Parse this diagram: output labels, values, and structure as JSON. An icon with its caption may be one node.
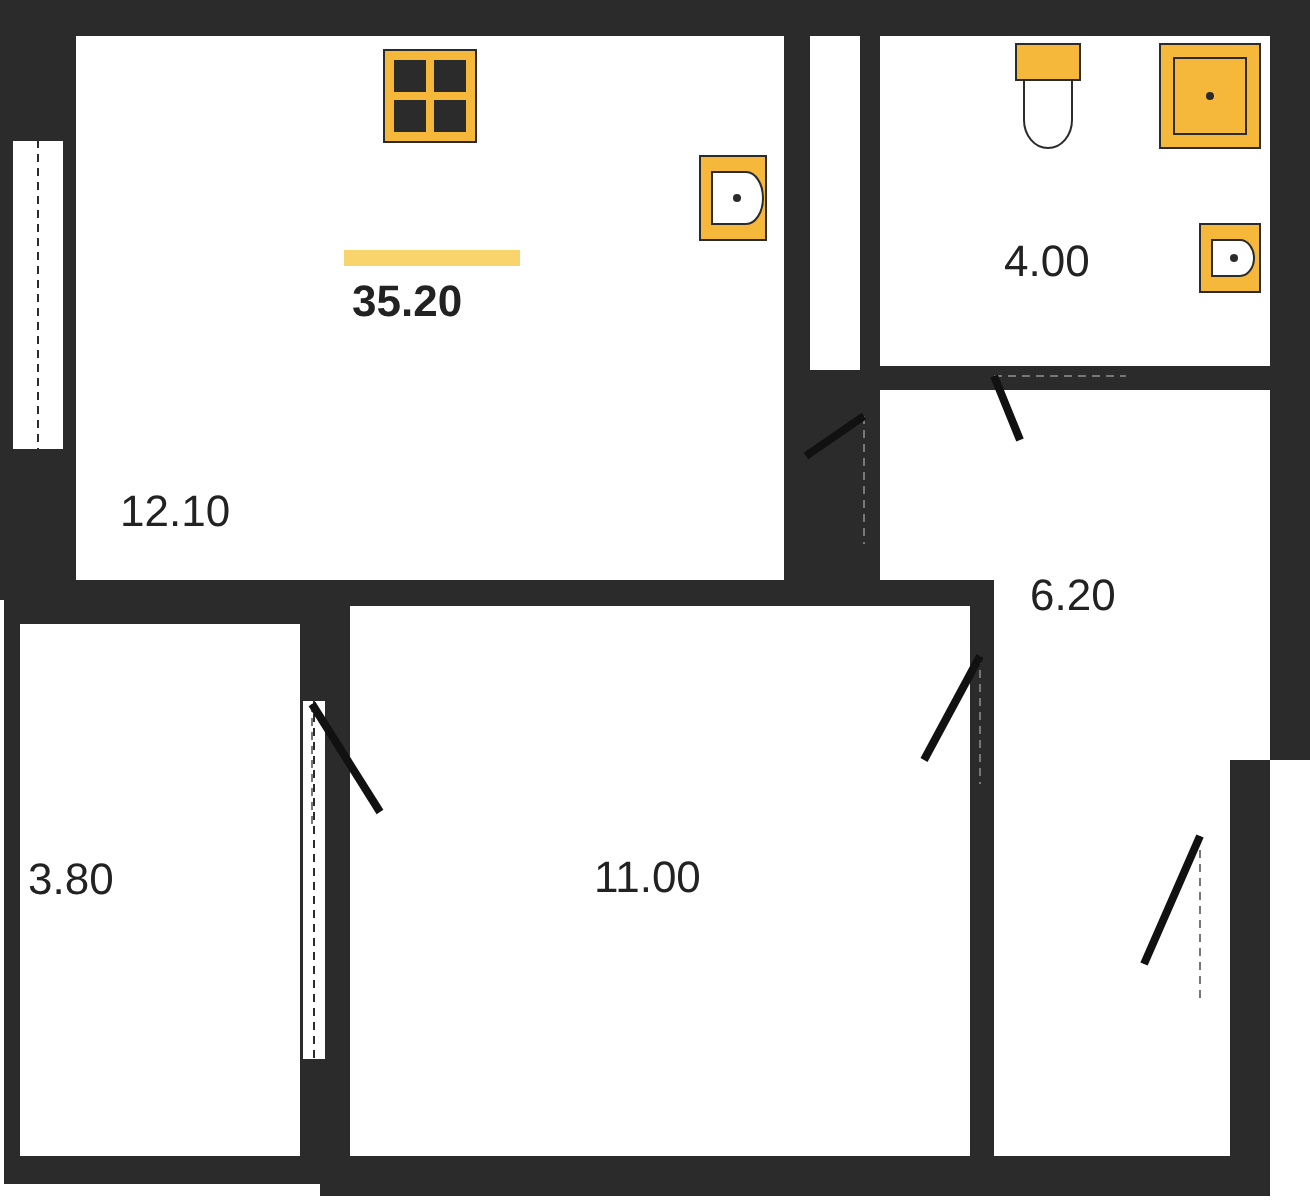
{
  "diagram": {
    "nodes": [
      {
        "text": [
          "12.10"
        ]
      },
      {
        "text": [],
        "shape": "box"
      },
      {
        "text": [
          "4.00"
        ]
      },
      {
        "text": [
          "6.20"
        ]
      },
      {
        "text": [
          "3.80"
        ]
      },
      {
        "text": [
          "11.00"
        ]
      }
    ],
    "labels": [
      "35.20"
    ]
  }
}
